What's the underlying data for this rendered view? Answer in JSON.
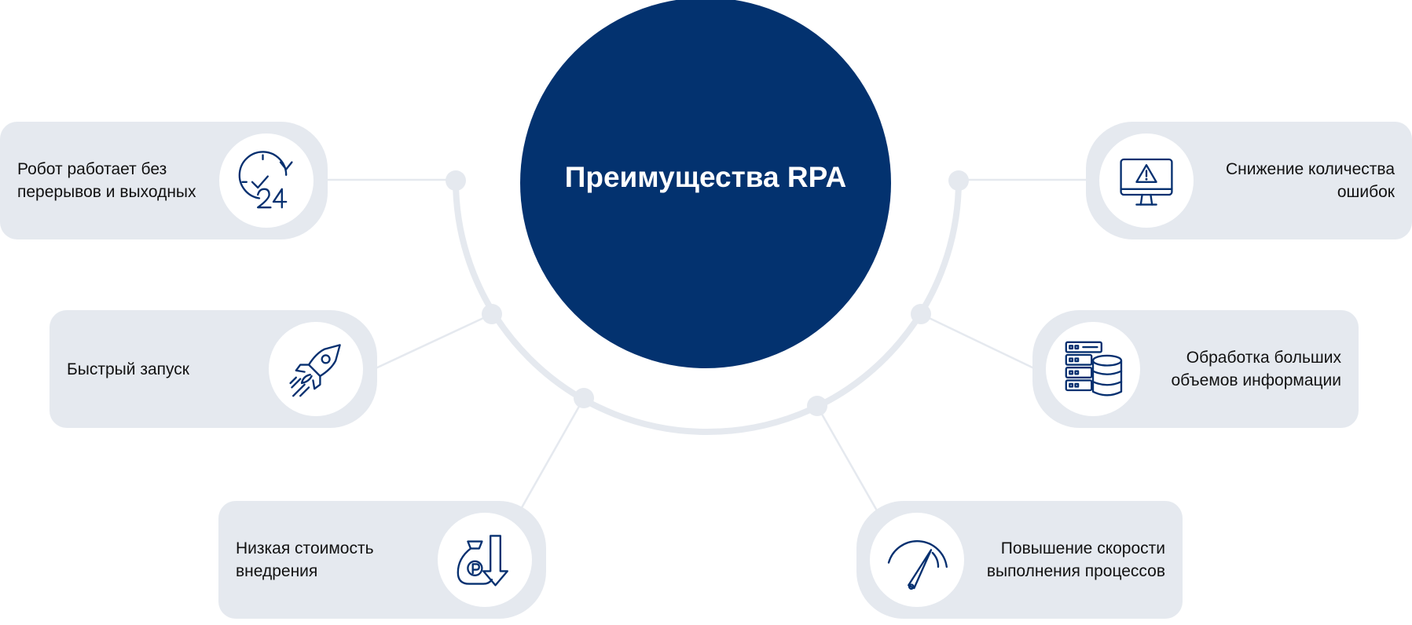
{
  "center": {
    "title": "Преимущества RPA",
    "color": "#03326f"
  },
  "colors": {
    "card_bg": "#e5e9ef",
    "arc": "#e5e9ef",
    "icon": "#063070",
    "text": "#111111"
  },
  "benefits": [
    {
      "id": "no-breaks",
      "line1": "Робот работает без",
      "line2": "перерывов и выходных",
      "icon": "clock-24-icon"
    },
    {
      "id": "fast-start",
      "line1": "Быстрый запуск",
      "line2": "",
      "icon": "rocket-icon"
    },
    {
      "id": "low-cost",
      "line1": "Низкая стоимость",
      "line2": "внедрения",
      "icon": "money-bag-down-icon"
    },
    {
      "id": "fewer-errors",
      "line1": "Снижение количества",
      "line2": "ошибок",
      "icon": "monitor-warning-icon"
    },
    {
      "id": "big-data",
      "line1": "Обработка больших",
      "line2": "объемов информации",
      "icon": "server-database-icon"
    },
    {
      "id": "speed",
      "line1": "Повышение скорости",
      "line2": "выполнения процессов",
      "icon": "speedometer-icon"
    }
  ]
}
